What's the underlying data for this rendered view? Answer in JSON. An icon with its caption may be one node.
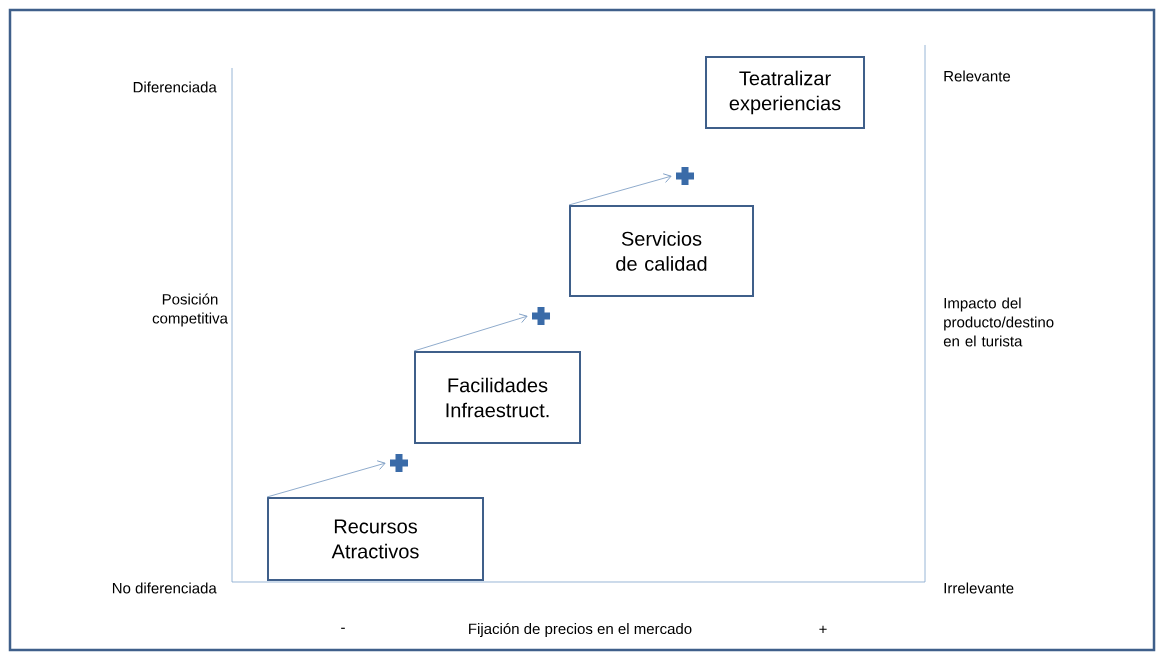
{
  "diagram": {
    "nodes": [
      {
        "text": [
          "Recursos Atractivos"
        ]
      },
      {
        "text": [
          "Facilidades Infraestruct."
        ]
      },
      {
        "text": [
          "Servicios de calidad"
        ]
      },
      {
        "text": [
          "Teatralizar experiencias"
        ]
      },
      {
        "text": [],
        "shape": "plus"
      },
      {
        "text": [],
        "shape": "plus"
      },
      {
        "text": [],
        "shape": "plus"
      }
    ],
    "edges": [
      {
        "from": 0,
        "to": 4,
        "arrow": "to"
      },
      {
        "from": 1,
        "to": 5,
        "arrow": "to"
      },
      {
        "from": 2,
        "to": 6,
        "arrow": "to"
      }
    ],
    "labels": [
      "Diferenciada",
      "Relevante",
      "Posición competitiva",
      "Impacto del producto/destino en el turista",
      "No diferenciada",
      "Irrelevante",
      "-",
      "Fijación de precios en el mercado",
      "+"
    ]
  }
}
